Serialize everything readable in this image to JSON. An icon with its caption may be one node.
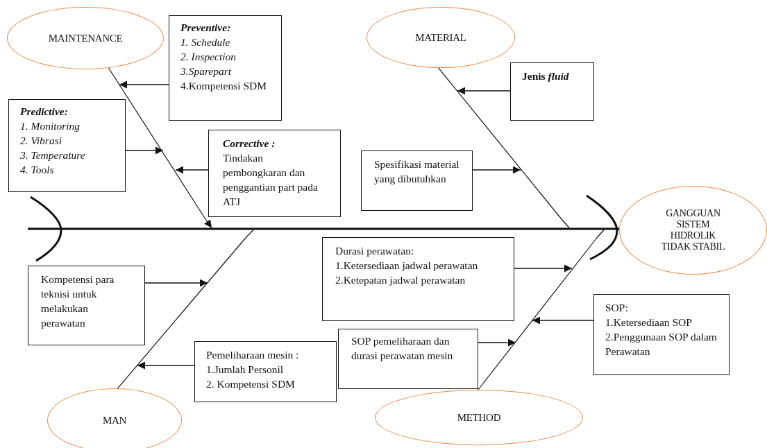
{
  "diagram": {
    "nodes": [
      {
        "text": [
          "MAINTENANCE"
        ]
      },
      {
        "text": [
          "Preventive:",
          "*1. Schedule*",
          "*2. Inspection*",
          "*3.Sparepart*",
          "4.Kompetensi SDM"
        ]
      },
      {
        "text": [
          "Predictive:",
          "*1. Monitoring*",
          "*2. Vibrasi*",
          "*3. Temperature*",
          "*4. Tools*"
        ]
      },
      {
        "text": [
          "Corrective :",
          "Tindakan pembongkaran dan penggantian part pada ATJ"
        ]
      },
      {
        "text": [
          "MATERIAL"
        ]
      },
      {
        "text": [
          "Jenis *fluid*"
        ]
      },
      {
        "text": [
          "Spesifikasi material yang dibutuhkan"
        ]
      },
      {
        "text": [
          "GANGGUAN SISTEM HIDROLIK TIDAK STABIL"
        ]
      },
      {
        "text": [
          "Durasi perawatan:",
          "1.Ketersediaan jadwal perawatan",
          "2.Ketepatan jadwal perawatan"
        ]
      },
      {
        "text": [
          "Kompetensi para teknisi untuk melakukan perawatan"
        ]
      },
      {
        "text": [
          "SOP:",
          "1.Ketersediaan SOP",
          "2.Penggunaan SOP dalam Perawatan"
        ]
      },
      {
        "text": [
          "SOP pemeliharaan dan durasi perawatan mesin"
        ]
      },
      {
        "text": [
          "Pemeliharaan mesin :",
          "1.Jumlah Personil",
          "2. Kompetensi SDM"
        ]
      },
      {
        "text": [
          "MAN"
        ]
      },
      {
        "text": [
          "METHOD"
        ]
      },
      {
        "text": [],
        "shape": "line"
      },
      {
        "text": [],
        "shape": "line"
      },
      {
        "text": [],
        "shape": "line"
      },
      {
        "text": [],
        "shape": "line"
      },
      {
        "text": [],
        "shape": "line"
      }
    ],
    "edges": [
      {
        "from": 15,
        "to": 19,
        "arrow": "to"
      },
      {
        "from": 16,
        "to": 19,
        "arrow": "none"
      },
      {
        "from": 17,
        "to": 19,
        "arrow": "none"
      },
      {
        "from": 18,
        "to": 19,
        "arrow": "none"
      },
      {
        "from": 1,
        "to": 15,
        "arrow": "to"
      },
      {
        "from": 2,
        "to": 15,
        "arrow": "to"
      },
      {
        "from": 3,
        "to": 15,
        "arrow": "to"
      },
      {
        "from": 5,
        "to": 17,
        "arrow": "to"
      },
      {
        "from": 6,
        "to": 17,
        "arrow": "to"
      },
      {
        "from": 8,
        "to": 18,
        "arrow": "to"
      },
      {
        "from": 9,
        "to": 16,
        "arrow": "to"
      },
      {
        "from": 10,
        "to": 18,
        "arrow": "to"
      },
      {
        "from": 11,
        "to": 18,
        "arrow": "to"
      },
      {
        "from": 12,
        "to": 16,
        "arrow": "to"
      }
    ]
  }
}
